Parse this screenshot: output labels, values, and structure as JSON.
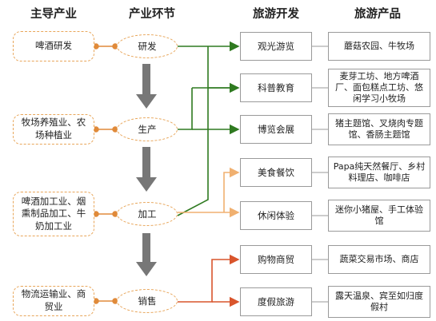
{
  "headers": {
    "industry": "主导产业",
    "chain": "产业环节",
    "tourism_dev": "旅游开发",
    "tourism_products": "旅游产品"
  },
  "industries": [
    "啤酒研发",
    "牧场养殖业、农场种植业",
    "啤酒加工业、烟熏制品加工、牛奶加工业",
    "物流运输业、商贸业"
  ],
  "stages": [
    "研发",
    "生产",
    "加工",
    "销售"
  ],
  "developments": [
    "观光游览",
    "科普教育",
    "博览会展",
    "美食餐饮",
    "休闲体验",
    "购物商贸",
    "度假旅游"
  ],
  "products": [
    "蘑菇农园、牛牧场",
    "麦芽工坊、地方啤酒厂、面包糕点工坊、悠闲学习小牧场",
    "猪主题馆、叉烧肉专题馆、香肠主题馆",
    "Papa纯天然餐厅、乡村料理店、咖啡店",
    "迷你小猪屋、手工体验馆",
    "蔬菜交易市场、商店",
    "露天温泉、宾至如归度假村"
  ],
  "colors": {
    "dashed_border": "#e8a65a",
    "green_line": "#2f7a20",
    "orange_line": "#f0b070",
    "red_line": "#d9552c",
    "arrow_gray": "#777777"
  }
}
